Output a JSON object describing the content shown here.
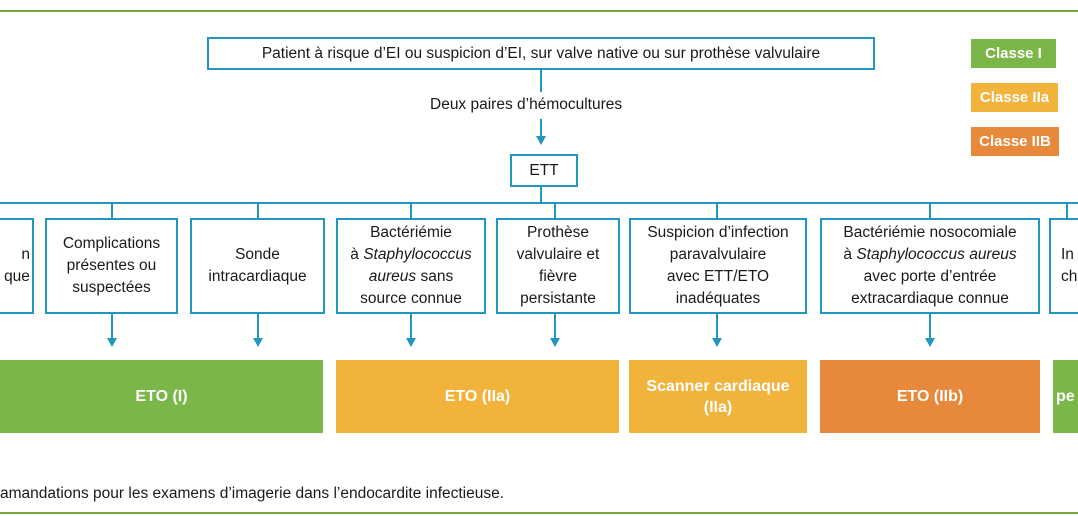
{
  "root": "Patient à risque d’EI ou suspicion d’EI, sur valve native ou sur prothèse valvulaire",
  "edge_label": "Deux paires d’hémocultures",
  "ett": "ETT",
  "legend": [
    {
      "label": "Classe I",
      "color": "#7ab648"
    },
    {
      "label": "Classe IIa",
      "color": "#f2b33d"
    },
    {
      "label": "Classe IIB",
      "color": "#e8883a"
    }
  ],
  "conditions": {
    "c0": [
      "n",
      "que"
    ],
    "c1": [
      "Complications",
      "présentes ou",
      "suspectées"
    ],
    "c2": [
      "Sonde",
      "intracardiaque"
    ],
    "c3": {
      "l1": "Bactériémie",
      "l2_pre": "à ",
      "l2_em": "Staphylococcus",
      "l3_em": "aureus",
      "l3_post": " sans",
      "l4": "source connue"
    },
    "c4": [
      "Prothèse",
      "valvulaire et",
      "fièvre",
      "persistante"
    ],
    "c5": [
      "Suspicion d’infection",
      "paravalvulaire",
      "avec ETT/ETO",
      "inadéquates"
    ],
    "c6": {
      "l1": "Bactériémie nosocomiale",
      "l2_pre": "à ",
      "l2_em": "Staphylococcus aureus",
      "l3": "avec porte d’entrée",
      "l4": "extracardiaque connue"
    },
    "c7": [
      "In",
      "ch"
    ]
  },
  "results": {
    "r1": [
      "ETO (I)"
    ],
    "r2": [
      "ETO (IIa)"
    ],
    "r3": [
      "Scanner cardiaque",
      "(IIa)"
    ],
    "r4": [
      "ETO (IIb)"
    ],
    "r5": [
      "pe"
    ]
  },
  "caption": "amandations pour les examens d’imagerie dans l’endocardite infectieuse."
}
